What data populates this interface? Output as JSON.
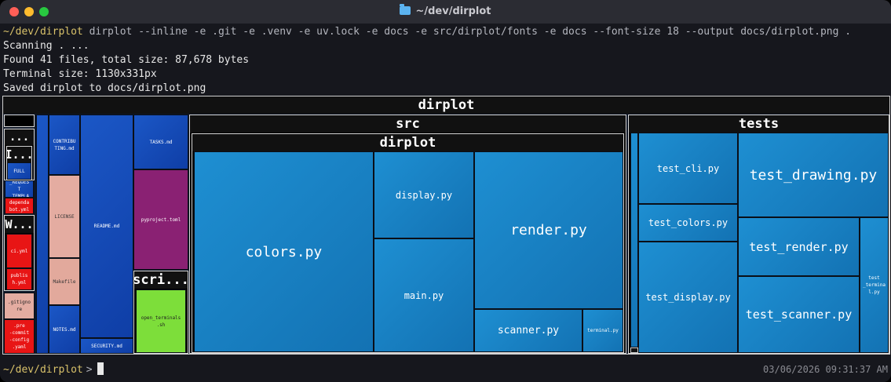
{
  "window": {
    "title": "~/dev/dirplot",
    "traffic": {
      "close": "#ff5f57",
      "minimize": "#febc2e",
      "zoom": "#28c840"
    }
  },
  "terminal": {
    "prompt": "~/dev/dirplot",
    "command": "dirplot --inline -e .git -e .venv -e uv.lock -e docs -e src/dirplot/fonts -e docs --font-size 18 --output docs/dirplot.png .",
    "output": [
      "Scanning . ...",
      "Found 41 files, total size: 87,678 bytes",
      "Terminal size: 1130x331px",
      "Saved dirplot to docs/dirplot.png"
    ],
    "bottom_prompt": "~/dev/dirplot",
    "prompt_symbol": ">",
    "timestamp": "03/06/2026 09:31:37 AM"
  },
  "treemap": {
    "root": "dirplot",
    "src": "src",
    "src_pkg": "dirplot",
    "tests": "tests",
    "small_dirs": {
      "dotdir": "...",
      "issue": "I...",
      "workflows": "W...",
      "scripts": "scri..."
    },
    "files": {
      "colors": "colors.py",
      "display": "display.py",
      "render": "render.py",
      "main": "main.py",
      "scanner": "scanner.py",
      "terminal": "terminal.py",
      "test_cli": "test_cli.py",
      "test_drawing": "test_drawing.py",
      "test_colors": "test_colors.py",
      "test_render": "test_render.py",
      "test_display": "test_display.py",
      "test_scanner": "test_scanner.py",
      "test_terminals": "test\n_termina\nl.py",
      "contributing": "CONTRIBU\nTING.md",
      "license": "LICENSE",
      "makefile": "Makefile",
      "notes": "NOTES.md",
      "readme": "README.md",
      "security": "SECURITY.md",
      "tasks": "TASKS.md",
      "pyproject": "pyproject.toml",
      "open_terminals": "open_terminals\n.sh",
      "full": "FULL",
      "request": "_REQUES\nT\n_TEMPLA",
      "dependabot": "dependa\nbot.yml",
      "ci": "ci.yml",
      "publish": "publis\nh.yml",
      "gitignore": ".gitigno\nre",
      "precommit": ".pre\n-commit\n-config\n.yaml"
    },
    "colors": {
      "py": "#1a82c4",
      "md": "#1650c0",
      "toml": "#8a2173",
      "yml": "#e81515",
      "sh": "#7dde3a",
      "license": "#e4aca1",
      "makefile": "#e2a99c"
    }
  }
}
